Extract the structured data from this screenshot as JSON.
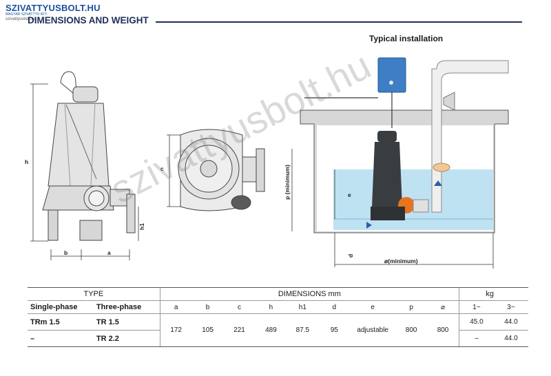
{
  "logo": {
    "name": "SZIVATTYUSBOLT.HU",
    "tagline": "MAGYAR SZIVATTYÚ KFT.",
    "url": "szivattyusbolt.hu"
  },
  "heading": "DIMENSIONS AND WEIGHT",
  "install_title": "Typical installation",
  "watermark": "szivattyusbolt.hu",
  "dimension_labels": {
    "h": "h",
    "b": "b",
    "a": "a",
    "h1": "h1",
    "c": "c",
    "p_min": "p (minimum)",
    "e": "e",
    "d": "d",
    "diam_min": "⌀(minimum)"
  },
  "table": {
    "type_header": "TYPE",
    "dimensions_header": "DIMENSIONS mm",
    "kg_header": "kg",
    "col_single": "Single-phase",
    "col_three": "Three-phase",
    "dim_cols": [
      "a",
      "b",
      "c",
      "h",
      "h1",
      "d",
      "e",
      "p",
      "⌀"
    ],
    "kg_cols": [
      "1~",
      "3~"
    ],
    "rows": [
      {
        "single": "TRm 1.5",
        "three": "TR 1.5",
        "kg1": "45.0",
        "kg3": "44.0"
      },
      {
        "single": "–",
        "three": "TR 2.2",
        "kg1": "–",
        "kg3": "44.0"
      }
    ],
    "dims": [
      "172",
      "105",
      "221",
      "489",
      "87.5",
      "95",
      "adjustable",
      "800",
      "800"
    ]
  },
  "colors": {
    "heading": "#1f2f5a",
    "water": "#bfe2f2",
    "pump": "#3a3d40",
    "orange": "#e8741e",
    "box": "#3d7ec4"
  }
}
